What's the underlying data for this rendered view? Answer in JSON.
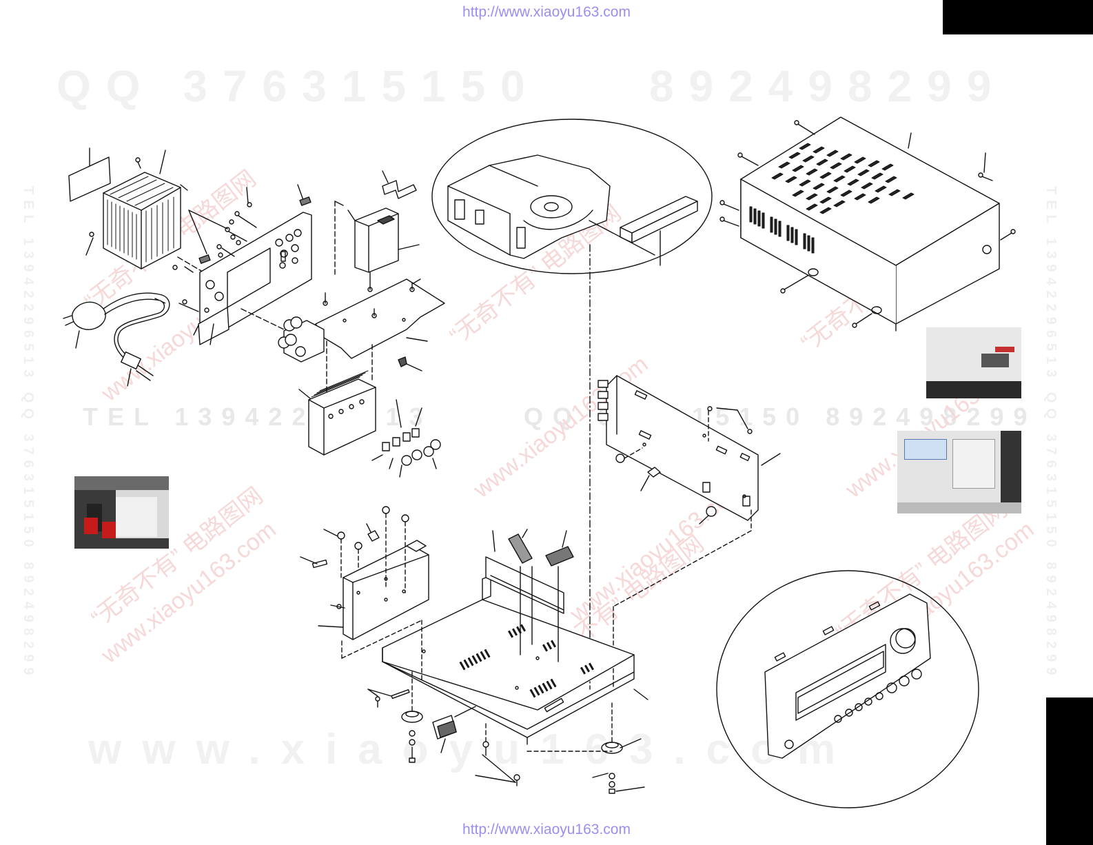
{
  "header": {
    "url": "http://www.xiaoyu163.com"
  },
  "footer": {
    "url": "http://www.xiaoyu163.com"
  },
  "watermarks": {
    "qq_left": "QQ 376315150",
    "qq_right": "892498299",
    "bottom_site": "www.xiaoyu163.com",
    "brand_cn": "“无奇不有” 电路图网",
    "site_diag": "www.xiaoyu163.com",
    "mid_line_left": "TEL 13942296513",
    "mid_line_right": "QQ 376315150 892498299",
    "side_text": "TEL 13942296513 QQ 376315150 892498299"
  },
  "colors": {
    "line": "#111111",
    "watermark_red": "#f6d8d8",
    "url_text": "#9a8ef0"
  }
}
